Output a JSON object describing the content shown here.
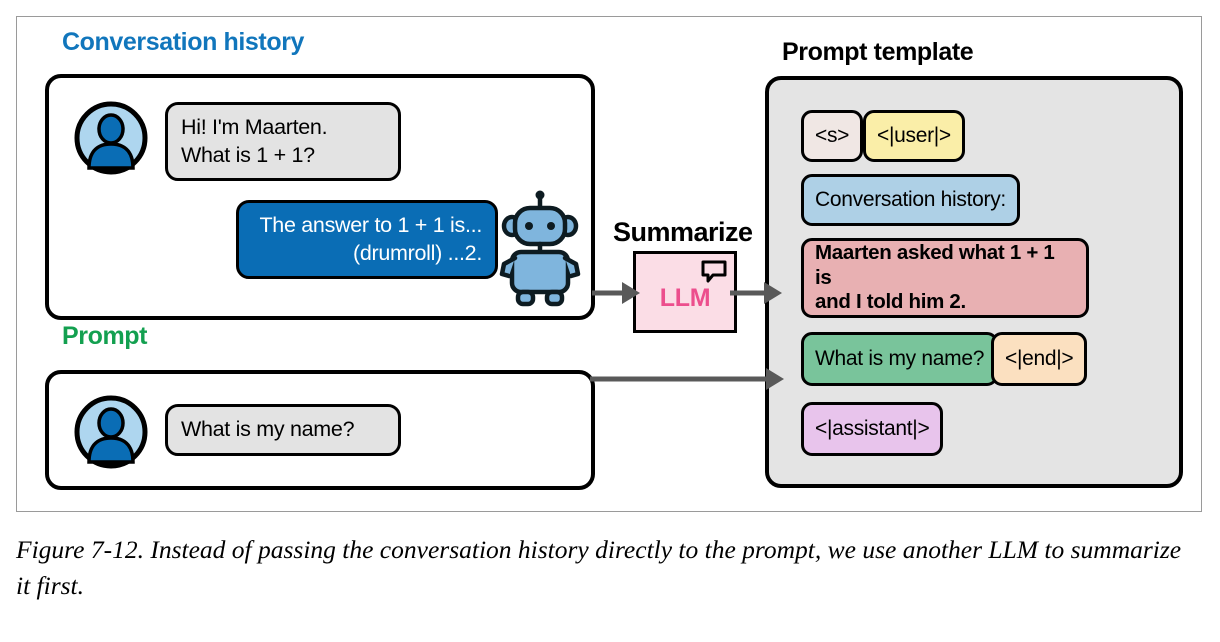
{
  "figure": {
    "caption": "Figure 7-12. Instead of passing the conversation history directly to the prompt, we use another LLM to summarize it first."
  },
  "colors": {
    "label_blue": "#1176bc",
    "label_green": "#13a050",
    "bot_bubble_blue": "#0a6db5",
    "user_bubble_gray": "#e3e3e3",
    "llm_pink_bg": "#fbdde6",
    "llm_pink_text": "#ec4e8d",
    "template_bg": "#e4e4e4",
    "token_bos": "#f0e7e4",
    "token_user": "#faeea8",
    "token_conv_hist": "#aed0e6",
    "token_summary": "#e8b0b2",
    "token_what_name": "#79c49b",
    "token_end": "#fbe0c0",
    "token_assistant": "#e8c4ec",
    "arrow_gray": "#595959",
    "avatar_circle": "#aed6ef",
    "avatar_person": "#0a6db5",
    "robot_body": "#7fb5dd"
  },
  "conversation_history": {
    "label": "Conversation history",
    "messages": [
      {
        "role": "user",
        "text": "Hi! I'm Maarten.\nWhat is 1 + 1?"
      },
      {
        "role": "assistant",
        "text": "The answer to 1 + 1 is...\n(drumroll) ...2."
      }
    ]
  },
  "prompt": {
    "label": "Prompt",
    "messages": [
      {
        "role": "user",
        "text": "What is my name?"
      }
    ]
  },
  "summarize": {
    "label": "Summarize",
    "model_label": "LLM",
    "icon": "speech-bubble-icon"
  },
  "prompt_template": {
    "label": "Prompt template",
    "tokens": [
      {
        "name": "bos",
        "text": "<s>"
      },
      {
        "name": "user",
        "text": "<|user|>"
      },
      {
        "name": "conv-hist",
        "text": "Conversation history:"
      },
      {
        "name": "summary",
        "text": "Maarten asked what 1 + 1 is\nand I told him 2."
      },
      {
        "name": "what-name",
        "text": "What is my name?"
      },
      {
        "name": "end",
        "text": "<|end|>"
      },
      {
        "name": "assistant",
        "text": "<|assistant|>"
      }
    ]
  }
}
